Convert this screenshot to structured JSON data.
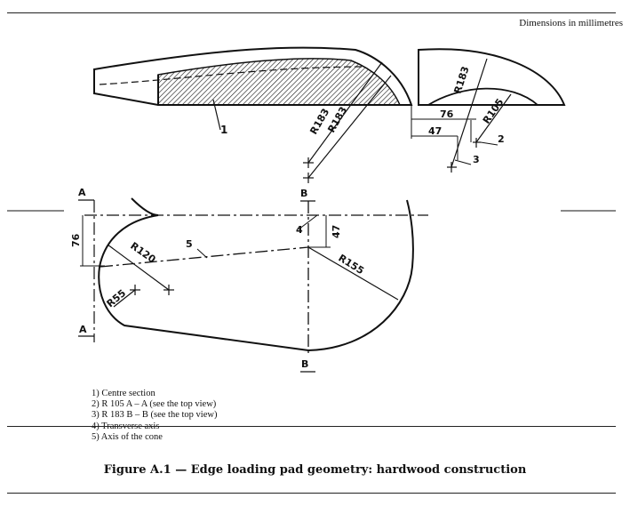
{
  "header": {
    "units_note": "Dimensions in millimetres"
  },
  "drawing": {
    "side_view": {
      "item_label": "1",
      "radius_label_a": "R183",
      "radius_label_b": "R183"
    },
    "end_view": {
      "radius_outer": "R183",
      "radius_inner": "R105",
      "dim_76": "76",
      "dim_47": "47",
      "ref_2": "2",
      "ref_3": "3"
    },
    "plan_view": {
      "section_a_top": "A",
      "section_a_bottom": "A",
      "section_b_top": "B",
      "section_b_bottom": "B",
      "dim_76": "76",
      "dim_47": "47",
      "radius_120": "R120",
      "radius_55": "R55",
      "radius_155": "R155",
      "ref_4": "4",
      "ref_5": "5"
    }
  },
  "notes": [
    "1)  Centre section",
    "2)  R 105 A – A (see the top view)",
    "3)  R 183 B – B (see the top view)",
    "4)  Transverse axis",
    "5)  Axis of the cone"
  ],
  "caption": "Figure A.1 — Edge loading pad geometry: hardwood construction"
}
